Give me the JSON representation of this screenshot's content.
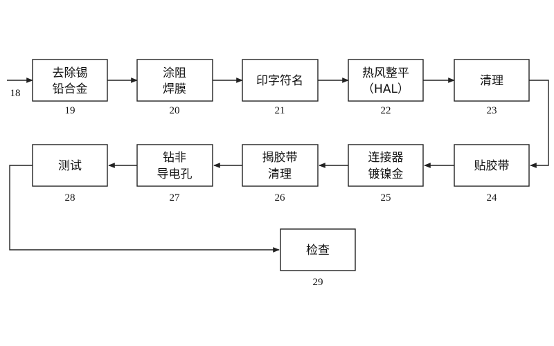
{
  "diagram": {
    "input_label": "18",
    "steps": [
      {
        "lines": [
          "去除锡",
          "铅合金"
        ],
        "num": "19"
      },
      {
        "lines": [
          "涂阻",
          "焊膜"
        ],
        "num": "20"
      },
      {
        "lines": [
          "印字符名"
        ],
        "num": "21"
      },
      {
        "lines": [
          "热风整平",
          "（HAL）"
        ],
        "num": "22"
      },
      {
        "lines": [
          "清理"
        ],
        "num": "23"
      },
      {
        "lines": [
          "贴胶带"
        ],
        "num": "24"
      },
      {
        "lines": [
          "连接器",
          "镀镍金"
        ],
        "num": "25"
      },
      {
        "lines": [
          "揭胶带",
          "清理"
        ],
        "num": "26"
      },
      {
        "lines": [
          "钻非",
          "导电孔"
        ],
        "num": "27"
      },
      {
        "lines": [
          "测试"
        ],
        "num": "28"
      },
      {
        "lines": [
          "检查"
        ],
        "num": "29"
      }
    ]
  }
}
